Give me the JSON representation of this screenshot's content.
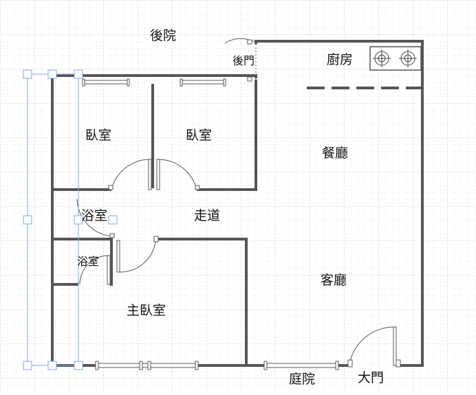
{
  "rooms": {
    "backyard": "後院",
    "back_door": "後門",
    "kitchen": "廚房",
    "bedroom_1": "臥室",
    "bedroom_2": "臥室",
    "dining_room": "餐廳",
    "bathroom_1": "浴室",
    "corridor": "走道",
    "bathroom_2": "浴室",
    "living_room": "客廳",
    "master_bedroom": "主臥室",
    "courtyard": "庭院",
    "main_door": "大門"
  },
  "colors": {
    "wall": "#555555",
    "grid": "#d9d9d9",
    "selection": "#7ea7e6"
  },
  "icons": [
    "stove-burner-icon",
    "stove-burner-icon"
  ]
}
